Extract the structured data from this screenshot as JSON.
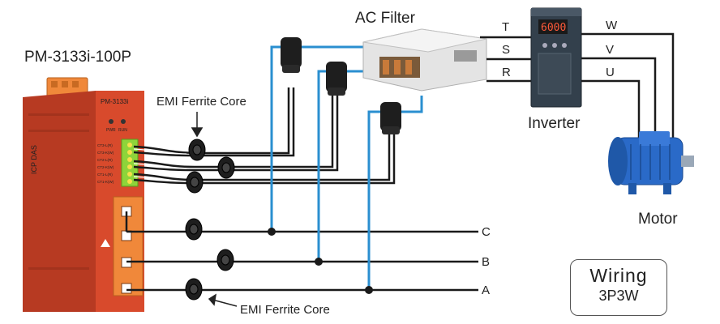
{
  "labels": {
    "meter": "PM-3133i-100P",
    "ac_filter": "AC Filter",
    "inverter": "Inverter",
    "motor": "Motor",
    "emi_top": "EMI Ferrite Core",
    "emi_bottom": "EMI Ferrite Core"
  },
  "meter_panel": {
    "model": "PM-3133i",
    "pwr": "PWR",
    "run": "RUN",
    "brand": "ICP DAS"
  },
  "inverter_display": "6000",
  "inputs": [
    "T",
    "S",
    "R"
  ],
  "outputs": [
    "W",
    "V",
    "U"
  ],
  "phases": [
    "C",
    "B",
    "A"
  ],
  "ct_labels": [
    "CT3-L(R)",
    "CT3-K(W)",
    "CT2-L(R)",
    "CT2-K(W)",
    "CT1-L(R)",
    "CT1-K(W)"
  ],
  "wiring": {
    "title": "Wiring",
    "subtitle": "3P3W"
  },
  "colors": {
    "meter_red": "#d84a2c",
    "wire_black": "#1a1a1a",
    "wire_blue": "#2a8fd0",
    "terminal_orange": "#f0883a",
    "terminal_green": "#8ed43a",
    "motor_blue": "#2a6ac8"
  }
}
